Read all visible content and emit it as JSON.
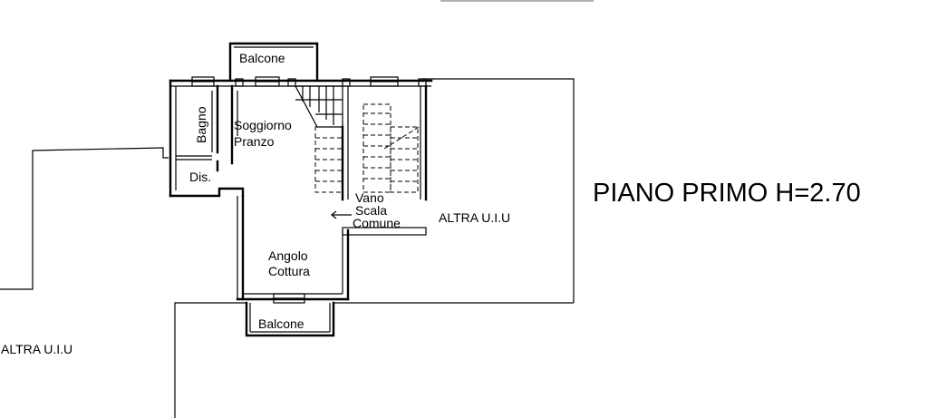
{
  "plan": {
    "title": "PIANO PRIMO H=2.70",
    "rooms": {
      "balcone_top": "Balcone",
      "bagno": "Bagno",
      "soggiorno": "Soggiorno",
      "pranzo": "Pranzo",
      "dis": "Dis.",
      "vano": "Vano",
      "scala": "Scala",
      "comune": "Comune",
      "angolo": "Angolo",
      "cottura": "Cottura",
      "balcone_bottom": "Balcone"
    },
    "neighbors": {
      "right": "ALTRA U.I.U",
      "left": "ALTRA U.I.U"
    }
  }
}
